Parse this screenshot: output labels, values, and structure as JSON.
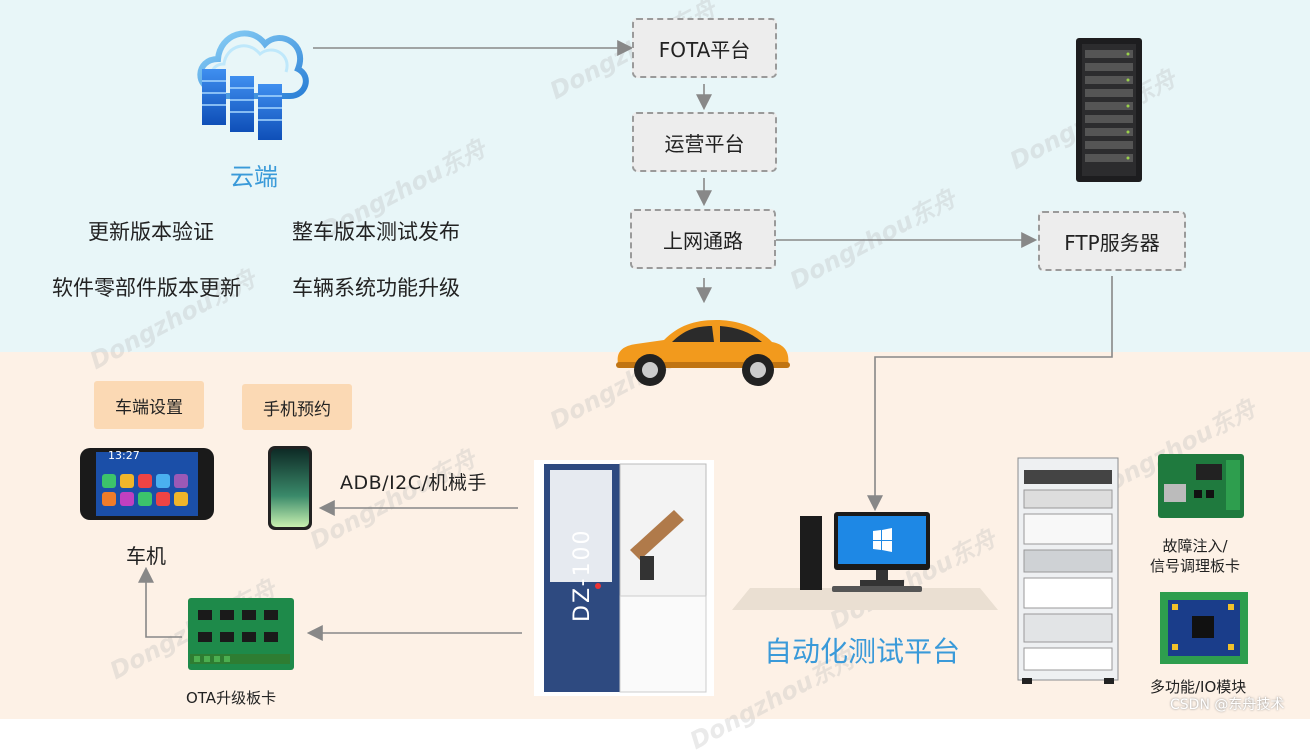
{
  "cloud": {
    "label": "云端"
  },
  "cloud_tasks": [
    "更新版本验证",
    "整车版本测试发布",
    "软件零部件版本更新",
    "车辆系统功能升级"
  ],
  "flow": {
    "fota": "FOTA平台",
    "ops": "运营平台",
    "network": "上网通路",
    "ftp": "FTP服务器"
  },
  "vehicle": {
    "head_unit_label": "车机",
    "head_unit_time": "13:27",
    "settings_tag": "车端设置",
    "phone_tag": "手机预约",
    "adb_label": "ADB/I2C/机械手",
    "ota_board_label": "OTA升级板卡"
  },
  "robot": {
    "model": "DZ-100"
  },
  "platform": {
    "label": "自动化测试平台"
  },
  "modules": {
    "fault": "故障注入/\n信号调理板卡",
    "io": "多功能/IO模块"
  },
  "watermark": {
    "text": "Dongzhou东舟",
    "credit": "CSDN @东舟技术"
  },
  "colors": {
    "top_bg": "#e8f6f8",
    "bottom_bg": "#fdf1e6",
    "accent_blue": "#3a9ad9",
    "car_orange": "#f29a1d",
    "tag_bg": "#fbd9b4"
  }
}
